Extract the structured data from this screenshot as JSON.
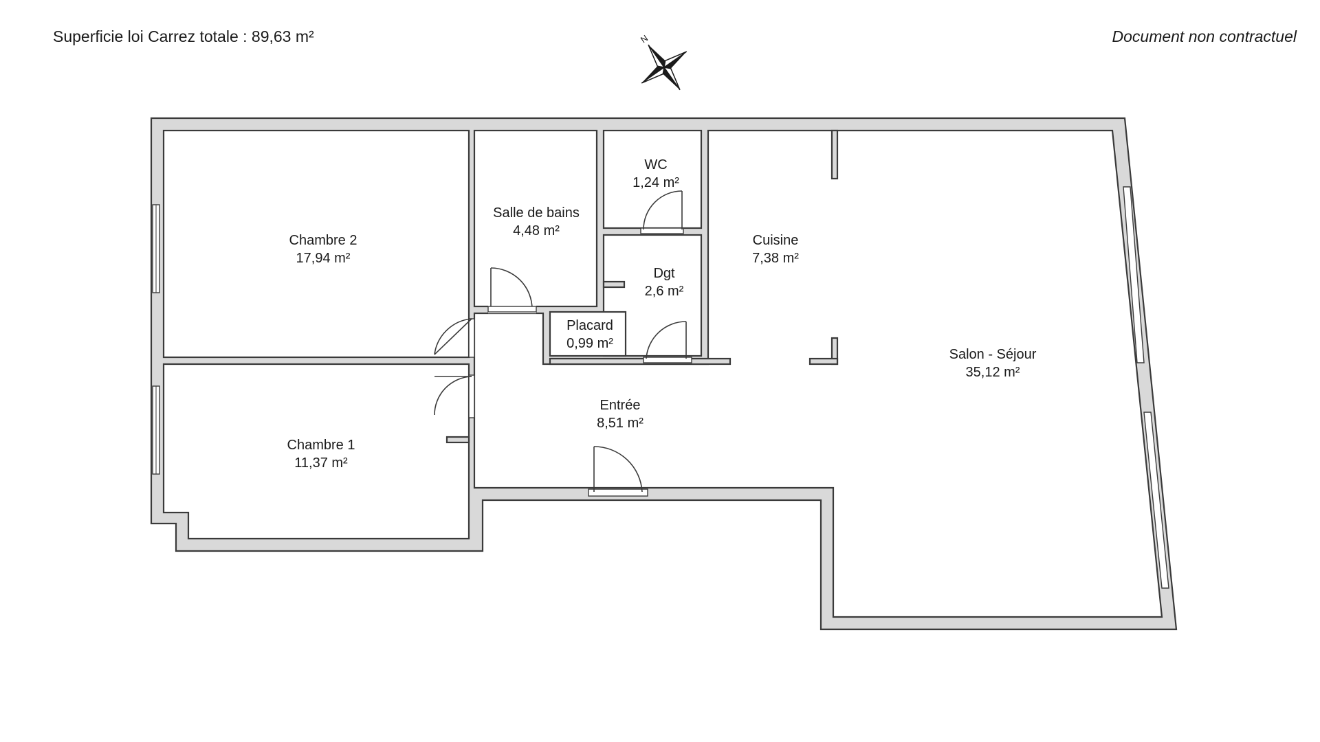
{
  "header": {
    "total_area": "Superficie loi Carrez totale :  89,63 m²",
    "disclaimer": "Document non contractuel"
  },
  "compass": {
    "icon": "north-arrow-compass-rose-icon",
    "north_label": "N"
  },
  "rooms": [
    {
      "id": "chambre-2",
      "name": "Chambre 2",
      "area": "17,94 m²"
    },
    {
      "id": "chambre-1",
      "name": "Chambre 1",
      "area": "11,37 m²"
    },
    {
      "id": "salle-de-bains",
      "name": "Salle de bains",
      "area": "4,48 m²"
    },
    {
      "id": "wc",
      "name": "WC",
      "area": "1,24 m²"
    },
    {
      "id": "dgt",
      "name": "Dgt",
      "area": "2,6 m²"
    },
    {
      "id": "placard",
      "name": "Placard",
      "area": "0,99 m²"
    },
    {
      "id": "cuisine",
      "name": "Cuisine",
      "area": "7,38 m²"
    },
    {
      "id": "entree",
      "name": "Entrée",
      "area": "8,51 m²"
    },
    {
      "id": "salon-sejour",
      "name": "Salon - Séjour",
      "area": "35,12 m²"
    }
  ],
  "colors": {
    "wall_fill": "#d9d9d9",
    "line": "#3a3a3a",
    "background": "#ffffff"
  }
}
